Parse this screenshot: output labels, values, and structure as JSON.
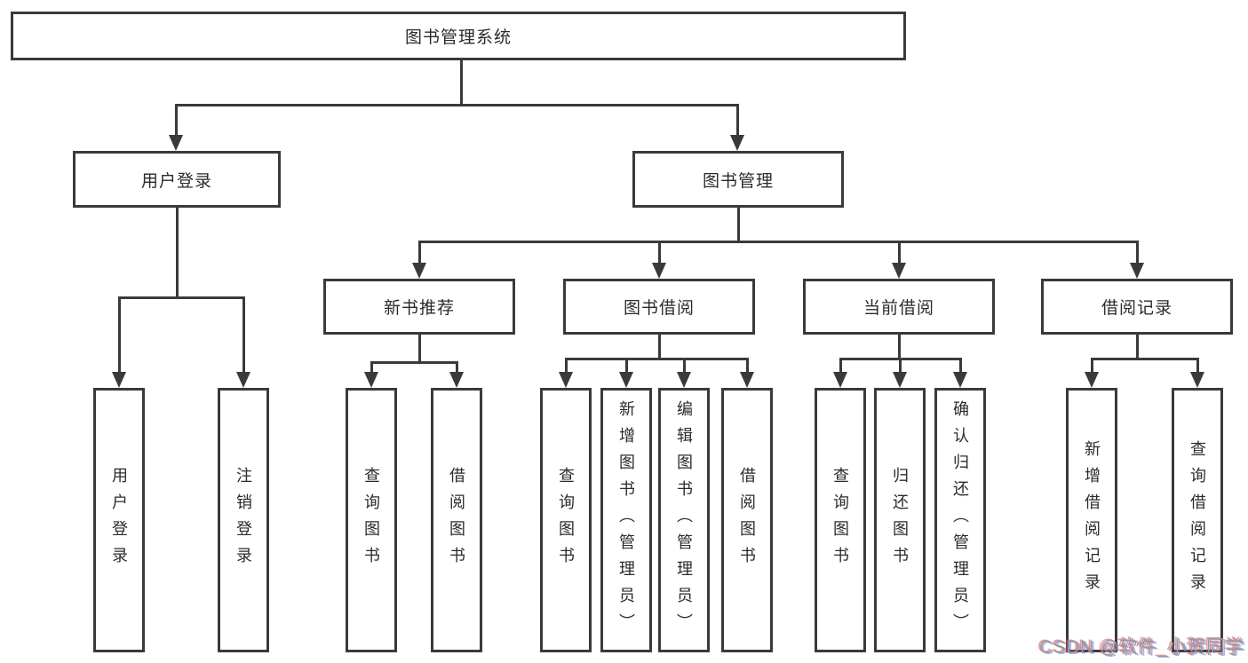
{
  "diagram_title": "图书管理系统",
  "tree": {
    "label": "图书管理系统",
    "children": [
      {
        "label": "用户登录",
        "children": [
          {
            "label": "用户登录"
          },
          {
            "label": "注销登录"
          }
        ]
      },
      {
        "label": "图书管理",
        "children": [
          {
            "label": "新书推荐",
            "children": [
              {
                "label": "查询图书"
              },
              {
                "label": "借阅图书"
              }
            ]
          },
          {
            "label": "图书借阅",
            "children": [
              {
                "label": "查询图书"
              },
              {
                "label": "新增图书（管理员）"
              },
              {
                "label": "编辑图书（管理员）"
              },
              {
                "label": "借阅图书"
              }
            ]
          },
          {
            "label": "当前借阅",
            "children": [
              {
                "label": "查询图书"
              },
              {
                "label": "归还图书"
              },
              {
                "label": "确认归还（管理员）"
              }
            ]
          },
          {
            "label": "借阅记录",
            "children": [
              {
                "label": "新增借阅记录"
              },
              {
                "label": "查询借阅记录"
              }
            ]
          }
        ]
      }
    ]
  },
  "watermark": "CSDN @软件_小贺同学",
  "colors": {
    "line": "#3a3a3a",
    "box_border": "#3a3a3a",
    "text": "#2b2b2b",
    "watermark": "#9b9b9b"
  }
}
